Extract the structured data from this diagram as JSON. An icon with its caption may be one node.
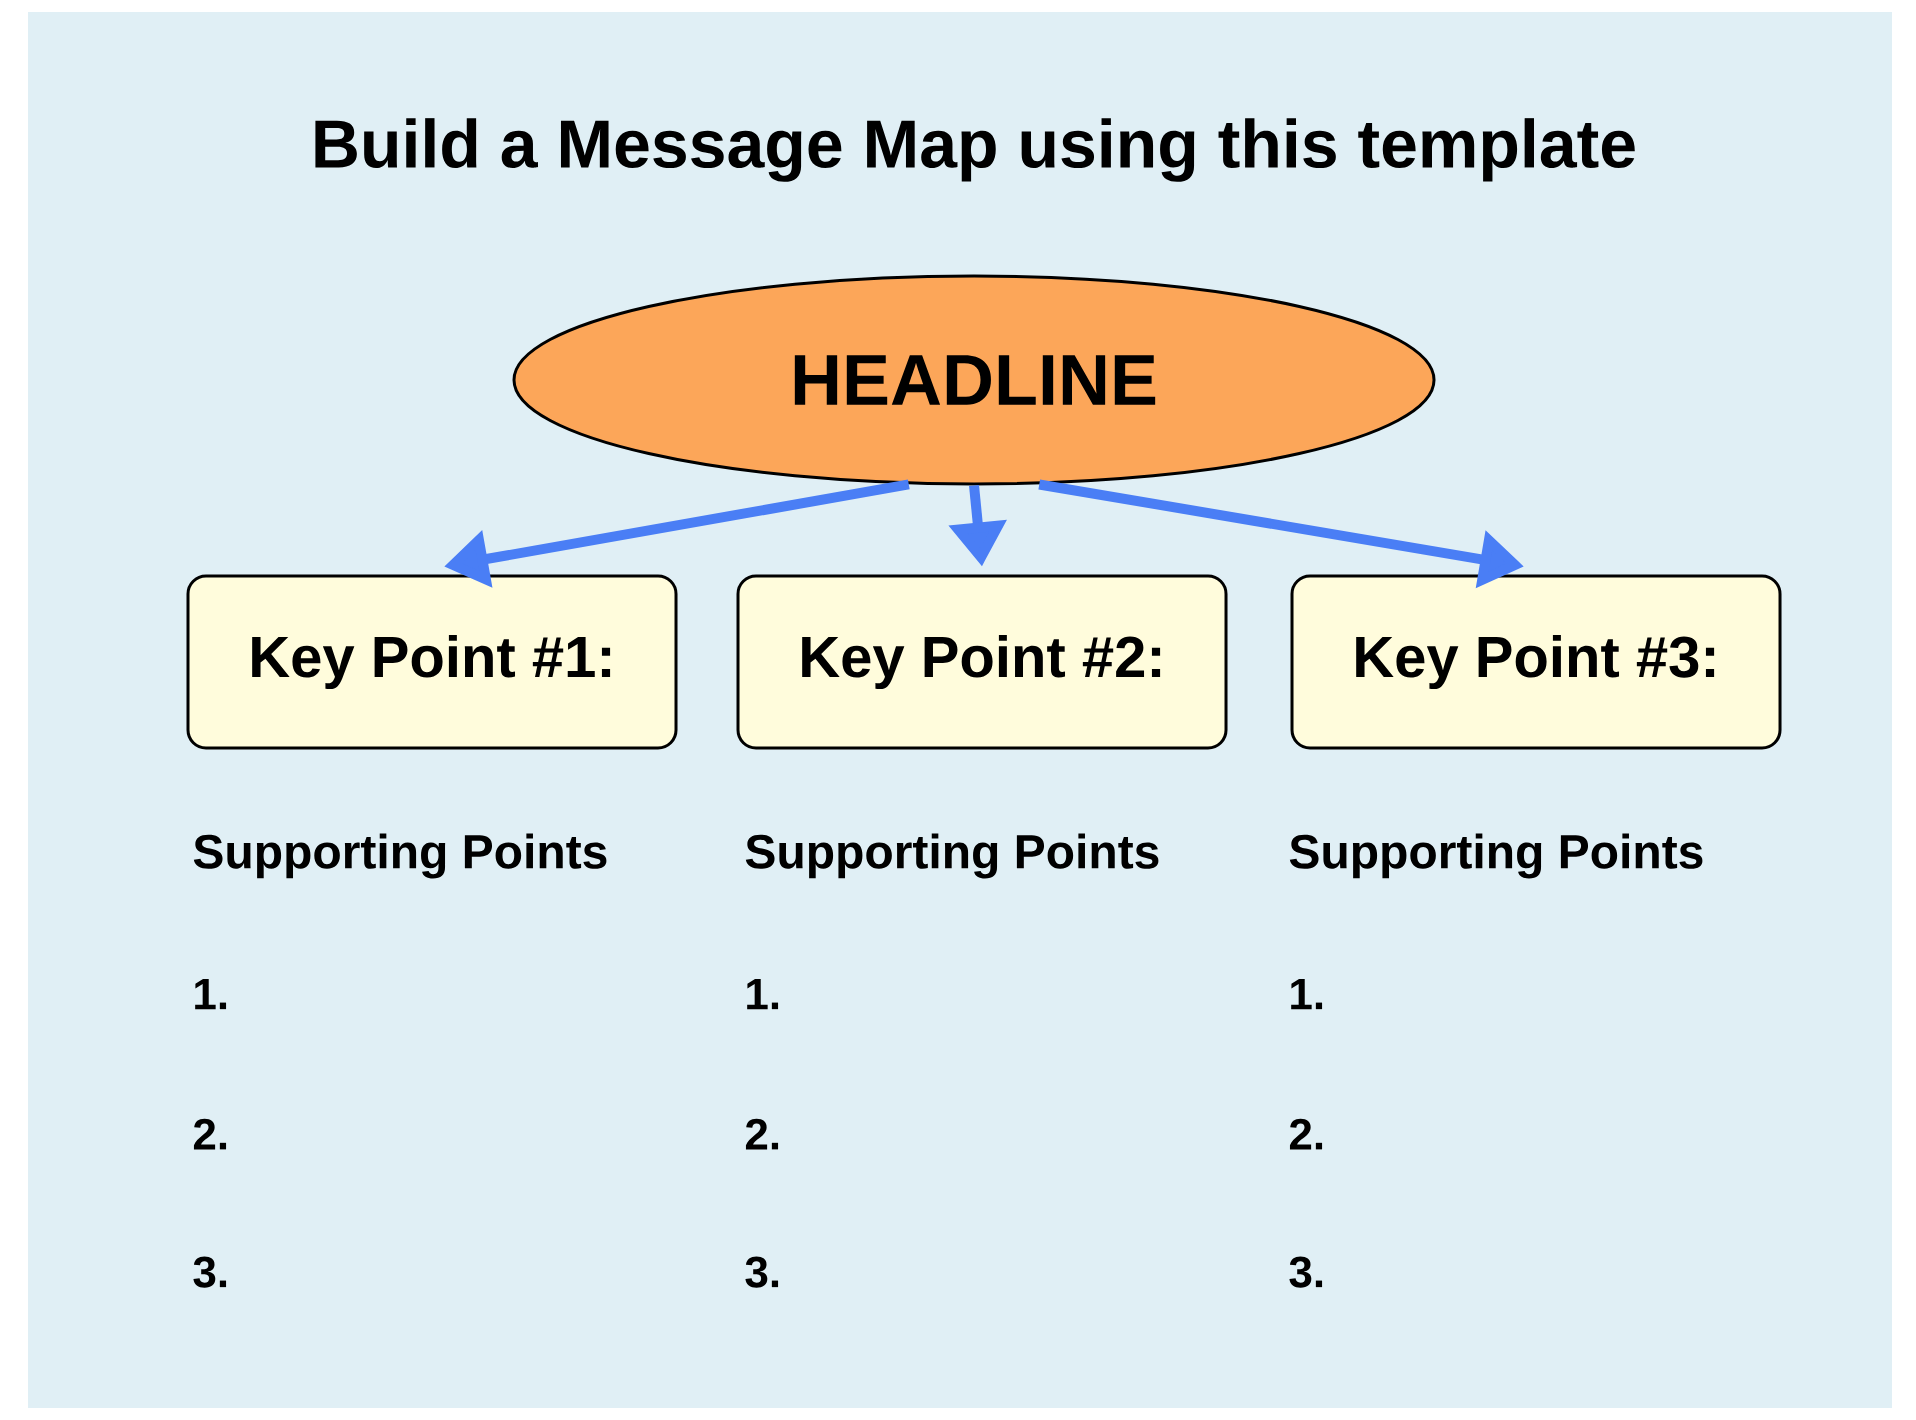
{
  "diagram": {
    "title": "Build a Message Map using this template",
    "nodes": [
      {
        "text": [
          "HEADLINE"
        ]
      },
      {
        "text": [
          "Key Point #1:"
        ]
      },
      {
        "text": [
          "Key Point #2:"
        ]
      },
      {
        "text": [
          "Key Point #3:"
        ]
      }
    ],
    "edges": [
      {
        "from": 0,
        "to": 1,
        "arrow": "to"
      },
      {
        "from": 0,
        "to": 2,
        "arrow": "to"
      },
      {
        "from": 0,
        "to": 3,
        "arrow": "to"
      }
    ],
    "labels": [
      "Supporting Points",
      "Supporting Points",
      "Supporting Points",
      "1.",
      "1.",
      "1.",
      "2.",
      "2.",
      "2.",
      "3.",
      "3.",
      "3."
    ]
  }
}
